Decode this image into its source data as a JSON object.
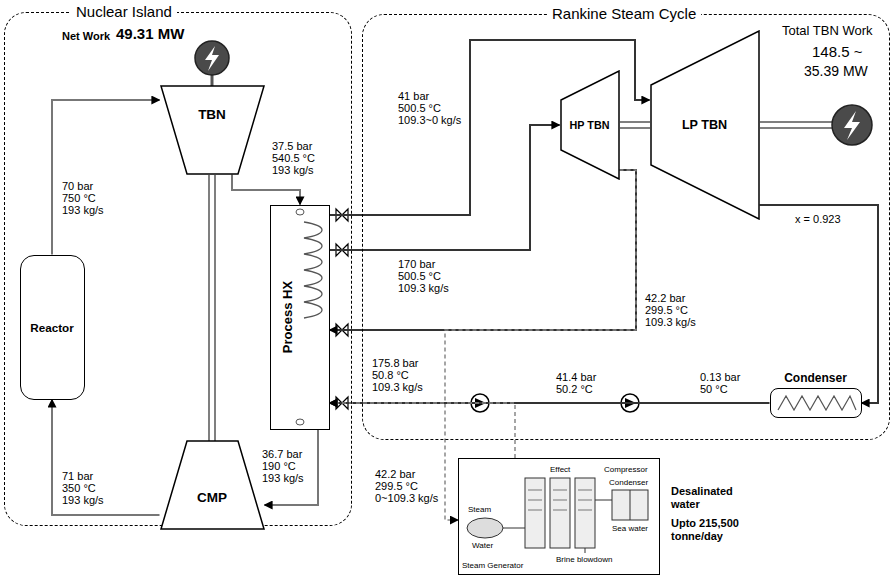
{
  "diagram": {
    "nodes": [
      {
        "text": [
          "Nuclear Island"
        ]
      },
      {
        "text": [
          "Reactor"
        ],
        "in": 0
      },
      {
        "text": [
          "TBN"
        ],
        "in": 0
      },
      {
        "text": [
          "CMP"
        ],
        "in": 0
      },
      {
        "text": [
          "Process HX"
        ],
        "in": 0
      },
      {
        "text": [
          "Rankine Steam Cycle"
        ]
      },
      {
        "text": [
          "HP TBN"
        ],
        "in": 5
      },
      {
        "text": [
          "LP TBN"
        ],
        "in": 5
      },
      {
        "text": [
          "Condenser"
        ],
        "in": 5
      },
      {
        "text": [
          "Desalinated water",
          "Upto 215,500 tonne/day"
        ]
      }
    ],
    "edges": [
      {
        "from": 1,
        "to": 2,
        "arrow": "to"
      },
      {
        "from": 2,
        "to": 4,
        "arrow": "to"
      },
      {
        "from": 4,
        "to": 3,
        "arrow": "to"
      },
      {
        "from": 3,
        "to": 1,
        "arrow": "to"
      },
      {
        "from": 4,
        "to": 6,
        "arrow": "to"
      },
      {
        "from": 4,
        "to": 7,
        "arrow": "to"
      },
      {
        "from": 6,
        "to": 4,
        "arrow": "to"
      },
      {
        "from": 6,
        "to": 9,
        "arrow": "to"
      },
      {
        "from": 7,
        "to": 8,
        "arrow": "to"
      },
      {
        "from": 8,
        "to": 4,
        "arrow": "to"
      },
      {
        "from": 9,
        "to": 4,
        "arrow": "to"
      }
    ],
    "labels": [
      "Net Work",
      "49.31 MW",
      "Total TBN Work",
      "148.5 ~",
      "35.39 MW",
      "70 bar",
      "750 °C",
      "193 kg/s",
      "37.5 bar",
      "540.5 °C",
      "193 kg/s",
      "36.7 bar",
      "190 °C",
      "193 kg/s",
      "71 bar",
      "350 °C",
      "193 kg/s",
      "41 bar",
      "500.5 °C",
      "109.3~0 kg/s",
      "170 bar",
      "500.5 °C",
      "109.3 kg/s",
      "42.2 bar",
      "299.5 °C",
      "109.3 kg/s",
      "x = 0.923",
      "0.13 bar",
      "50 °C",
      "175.8 bar",
      "50.8 °C",
      "109.3 kg/s",
      "41.4 bar",
      "50.2 °C",
      "42.2 bar",
      "299.5 °C",
      "0~109.3 kg/s",
      "Effect",
      "Compressor",
      "Condenser",
      "Steam",
      "Steam Generator",
      "Sea water",
      "Brine blowdown",
      "Water"
    ]
  }
}
